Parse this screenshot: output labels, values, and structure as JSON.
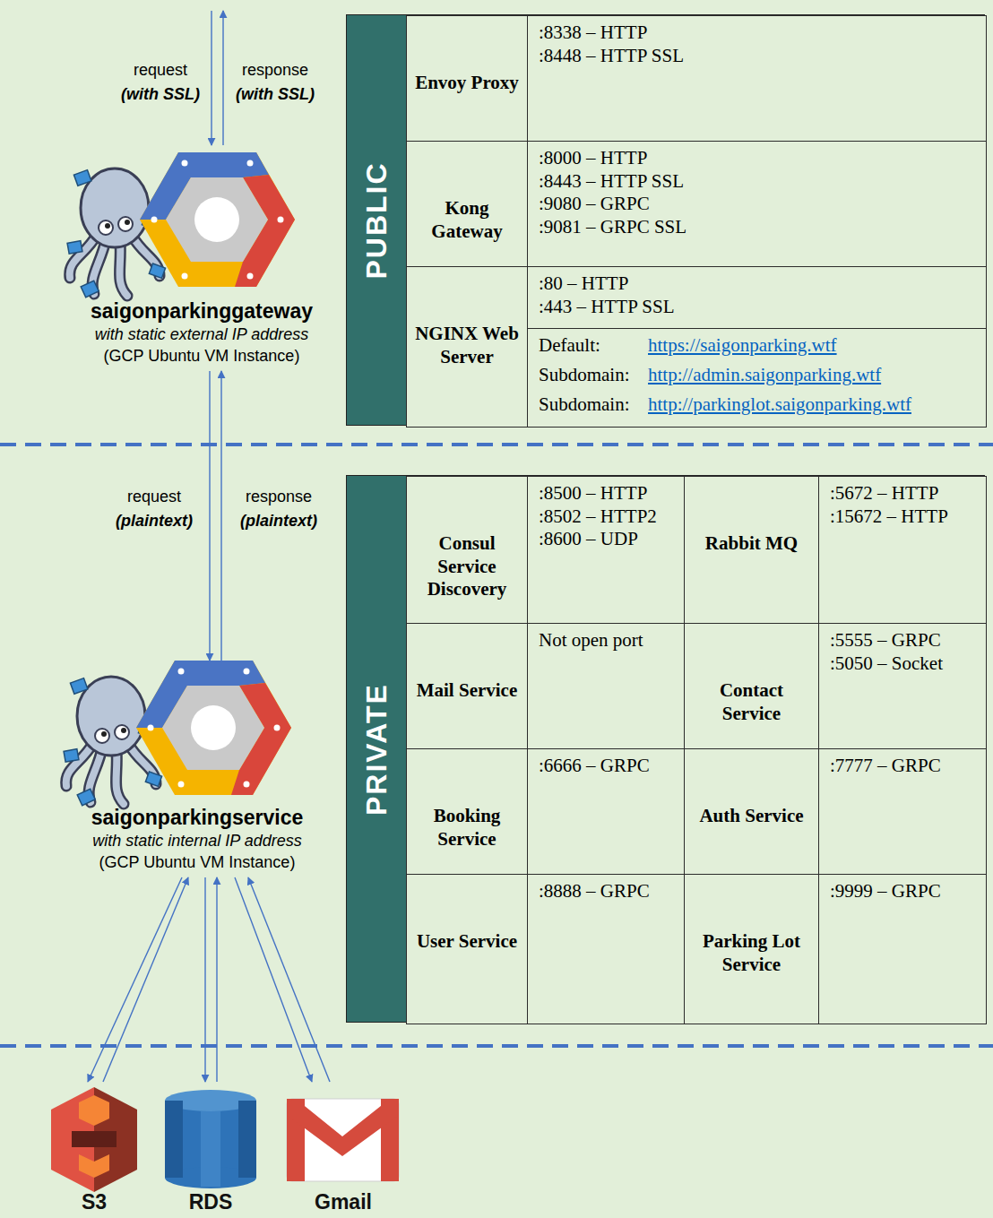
{
  "diagram": {
    "nodes": [
      {
        "text": [
          "saigonparkinggateway",
          "with static external IP address",
          "(GCP Ubuntu VM Instance)"
        ]
      },
      {
        "text": [
          "PUBLIC"
        ]
      },
      {
        "text": [
          "Envoy Proxy"
        ],
        "in": 1
      },
      {
        "text": [
          ":8338 – HTTP",
          ":8448 – HTTP SSL"
        ],
        "in": 1
      },
      {
        "text": [
          "Kong Gateway"
        ],
        "in": 1
      },
      {
        "text": [
          ":8000 – HTTP",
          ":8443 – HTTP SSL",
          ":9080 – GRPC",
          ":9081 – GRPC SSL"
        ],
        "in": 1
      },
      {
        "text": [
          "NGINX Web Server"
        ],
        "in": 1
      },
      {
        "text": [
          ":80 – HTTP",
          ":443 – HTTP SSL"
        ],
        "in": 1
      },
      {
        "text": [
          "Default:",
          "https://saigonparking.wtf",
          "Subdomain:",
          "http://admin.saigonparking.wtf",
          "Subdomain:",
          "http://parkinglot.saigonparking.wtf"
        ],
        "in": 1
      },
      {
        "text": [
          "saigonparkingservice",
          "with static internal IP address",
          "(GCP Ubuntu VM Instance)"
        ]
      },
      {
        "text": [
          "PRIVATE"
        ]
      },
      {
        "text": [
          "Consul Service Discovery"
        ],
        "in": 10
      },
      {
        "text": [
          ":8500 – HTTP",
          ":8502 – HTTP2",
          ":8600 – UDP"
        ],
        "in": 10
      },
      {
        "text": [
          "Rabbit MQ"
        ],
        "in": 10
      },
      {
        "text": [
          ":5672 – HTTP",
          ":15672 – HTTP"
        ],
        "in": 10
      },
      {
        "text": [
          "Mail Service"
        ],
        "in": 10
      },
      {
        "text": [
          "Not open port"
        ],
        "in": 10
      },
      {
        "text": [
          "Contact Service"
        ],
        "in": 10
      },
      {
        "text": [
          ":5555 – GRPC",
          ":5050 – Socket"
        ],
        "in": 10
      },
      {
        "text": [
          "Booking Service"
        ],
        "in": 10
      },
      {
        "text": [
          ":6666 – GRPC"
        ],
        "in": 10
      },
      {
        "text": [
          "Auth Service"
        ],
        "in": 10
      },
      {
        "text": [
          ":7777 – GRPC"
        ],
        "in": 10
      },
      {
        "text": [
          "User Service"
        ],
        "in": 10
      },
      {
        "text": [
          ":8888 – GRPC"
        ],
        "in": 10
      },
      {
        "text": [
          "Parking Lot Service"
        ],
        "in": 10
      },
      {
        "text": [
          ":9999 – GRPC"
        ],
        "in": 10
      },
      {
        "text": [
          "S3"
        ]
      },
      {
        "text": [
          "RDS"
        ]
      },
      {
        "text": [
          "Gmail"
        ]
      }
    ],
    "edges": [
      {
        "from": 0,
        "to": 9,
        "arrow": "to",
        "label": "request (plaintext)"
      },
      {
        "from": 9,
        "to": 0,
        "arrow": "to",
        "label": "response (plaintext)"
      },
      {
        "from": 9,
        "to": 27,
        "arrow": "to"
      },
      {
        "from": 27,
        "to": 9,
        "arrow": "to"
      },
      {
        "from": 9,
        "to": 28,
        "arrow": "to"
      },
      {
        "from": 28,
        "to": 9,
        "arrow": "to"
      },
      {
        "from": 9,
        "to": 29,
        "arrow": "to"
      },
      {
        "from": 29,
        "to": 9,
        "arrow": "to"
      }
    ],
    "labels": [
      "request (with SSL)",
      "response (with SSL)"
    ]
  }
}
